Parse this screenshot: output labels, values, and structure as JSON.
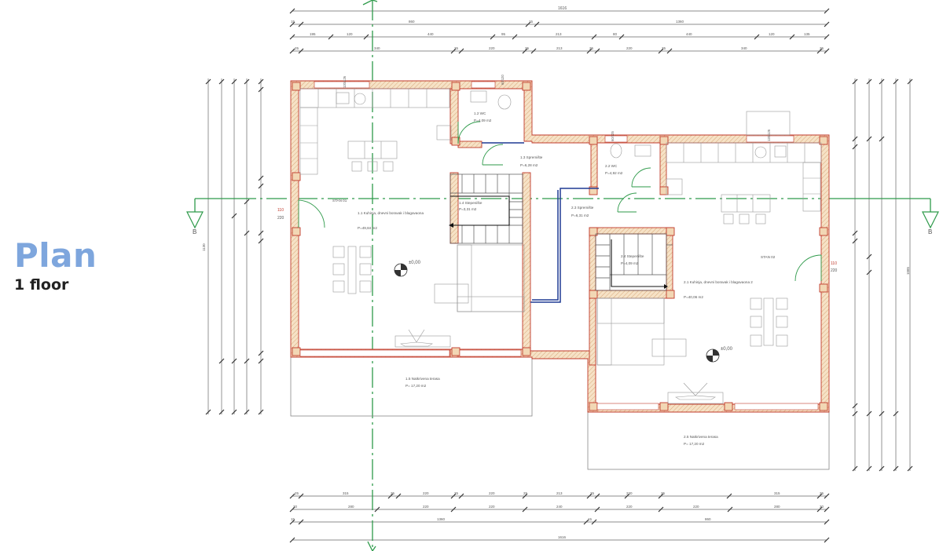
{
  "title": "Plan",
  "subtitle": "1 floor",
  "colors": {
    "accent": "#7ea6dd",
    "wall_outline": "#c0392b",
    "wall_fill": "#f2d7b4",
    "axis_line": "#2e9a4a",
    "pipe": "#1f3a93",
    "dim_line": "#555555"
  },
  "rooms": [
    {
      "name": "1.1 Kuhinja, dnevni boravak i blagavaona",
      "area": "P=49,84 m2"
    },
    {
      "name": "1.2 WC",
      "area": "P=4,09 m2"
    },
    {
      "name": "1.3 Spremište",
      "area": "P=6,28 m2"
    },
    {
      "name": "1.4 Stepenište",
      "area": "P=3,31 m2"
    },
    {
      "name": "1.5 Natkrivena terasa",
      "area": "P= 17,20 m2"
    },
    {
      "name": "2.1 Kuhinja, dnevni boravak i blagavaona 2",
      "area": "P=40,06 m2"
    },
    {
      "name": "2.2 WC",
      "area": "P=4,92 m2"
    },
    {
      "name": "2.3 Spremište",
      "area": "P=6,31 m2"
    },
    {
      "name": "2.4 Stepenište",
      "area": "P=4,09 m2"
    },
    {
      "name": "2.5 Natkrivena terasa",
      "area": "P= 17,20 m2"
    }
  ],
  "units": [
    "STAN 01",
    "STAN 02"
  ],
  "level_marks": [
    "±0,00",
    "±0,00"
  ],
  "section_marks": [
    "B",
    "B"
  ],
  "door_labels": [
    {
      "width": "110",
      "height": "220"
    },
    {
      "width": "110",
      "height": "220"
    }
  ],
  "window_labels": [
    "120/126",
    "60/120",
    "60/125",
    "120/125"
  ],
  "dimensions": {
    "top_total": "1616",
    "top_row2": [
      "15",
      "860",
      "15",
      "1360"
    ],
    "top_row3": [
      "195",
      "120",
      "440",
      "95",
      "213",
      "80",
      "440",
      "120",
      "135"
    ],
    "top_row4": [
      "25",
      "340",
      "25",
      "220",
      "25",
      "213",
      "25",
      "220",
      "25",
      "340",
      "25"
    ],
    "bottom_row1": [
      "25",
      "315",
      "25",
      "220",
      "25",
      "220",
      "25",
      "213",
      "25",
      "220",
      "25",
      "315",
      "25"
    ],
    "bottom_row2": [
      "30",
      "280",
      "220",
      "220",
      "240",
      "220",
      "220",
      "280",
      "30"
    ],
    "bottom_row3": [
      "15",
      "1360",
      "15",
      "860"
    ],
    "bottom_total": "1616",
    "left_total": "1130",
    "right_total": "1085"
  }
}
